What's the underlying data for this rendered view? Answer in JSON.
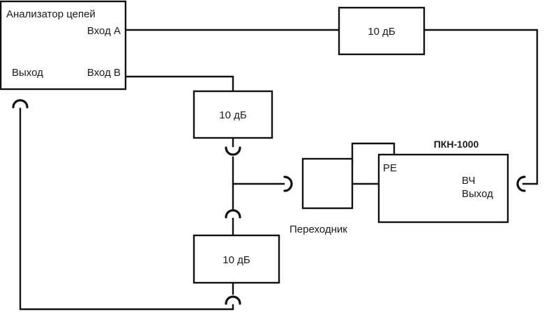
{
  "analyzer": {
    "title": "Анализатор цепей",
    "input_a": "Вход А",
    "input_b": "Вход В",
    "output": "Выход"
  },
  "attenuators": {
    "top": "10 дБ",
    "middle": "10 дБ",
    "bottom": "10 дБ"
  },
  "adapter": {
    "label": "Переходник"
  },
  "pkn": {
    "title": "ПКН-1000",
    "pe": "РЕ",
    "rf_line1": "ВЧ",
    "rf_line2": "Выход"
  }
}
